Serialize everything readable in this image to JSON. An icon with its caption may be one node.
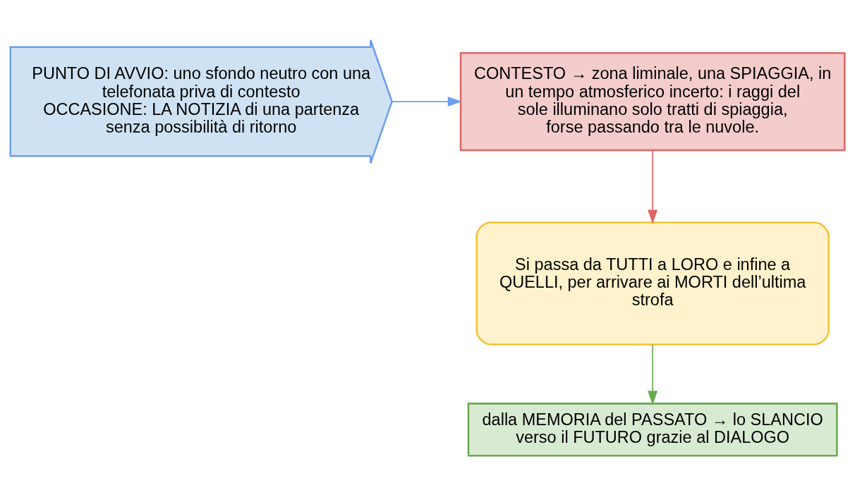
{
  "diagram": {
    "nodes": [
      {
        "text": [
          "PUNTO DI AVVIO: uno sfondo neutro con una telefonata priva di contesto",
          "OCCASIONE: LA NOTIZIA di una partenza senza possibilità di ritorno"
        ]
      },
      {
        "text": [
          "CONTESTO → zona liminale, una SPIAGGIA, in un tempo atmosferico incerto: i raggi del sole illuminano solo tratti di spiaggia, forse passando tra le nuvole."
        ]
      },
      {
        "text": [
          "Si passa da TUTTI a LORO e infine a QUELLI, per arrivare ai MORTI dell’ultima strofa"
        ]
      },
      {
        "text": [
          "dalla MEMORIA del PASSATO → lo SLANCIO verso il FUTURO grazie al DIALOGO"
        ]
      }
    ],
    "edges": [
      {
        "from": 0,
        "to": 1,
        "arrow": "to",
        "color": "#6d9eeb"
      },
      {
        "from": 1,
        "to": 2,
        "arrow": "to",
        "color": "#e06666"
      },
      {
        "from": 2,
        "to": 3,
        "arrow": "to",
        "color": "#6aa84f"
      }
    ]
  }
}
